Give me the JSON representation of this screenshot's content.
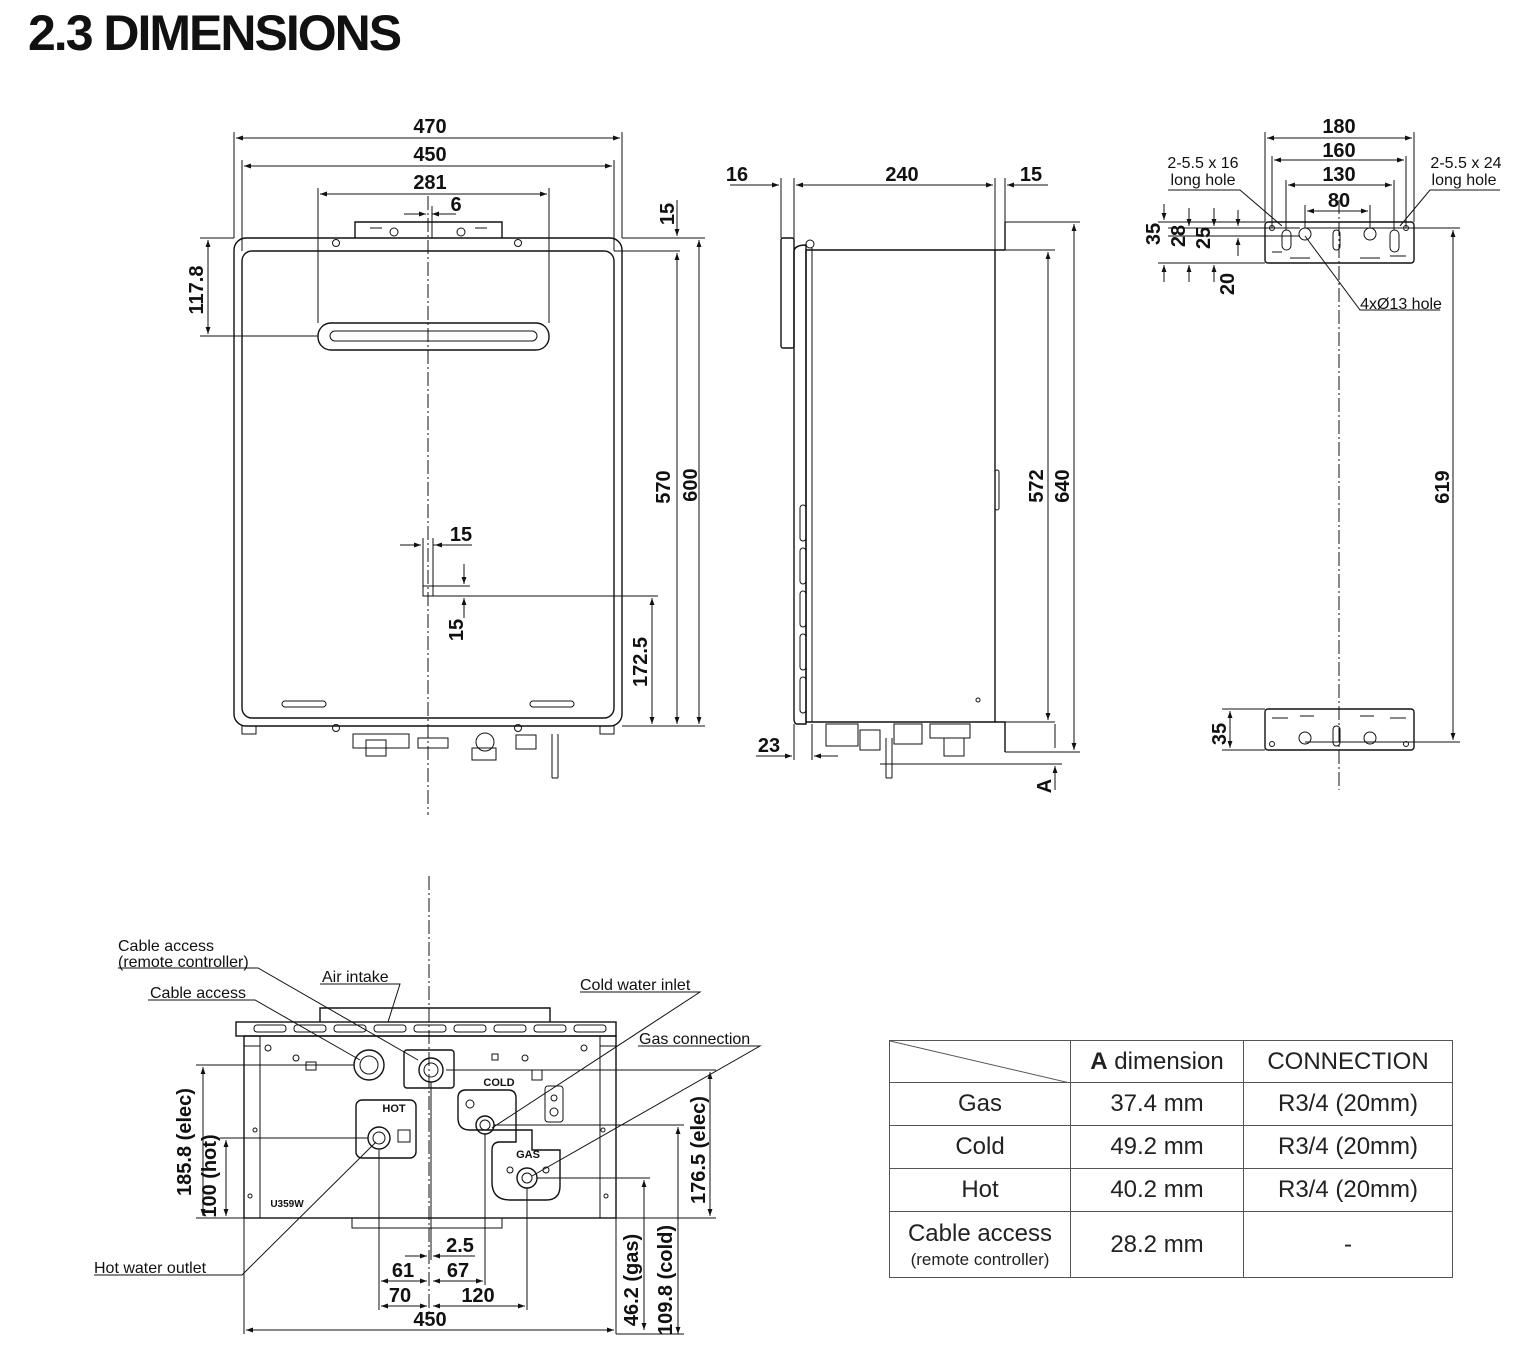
{
  "heading": "2.3 DIMENSIONS",
  "front_view": {
    "dims": {
      "d470": "470",
      "d450": "450",
      "d281": "281",
      "d6": "6",
      "d15_top": "15",
      "d117_8": "117.8",
      "d570": "570",
      "d600": "600",
      "d15_h": "15",
      "d15_v": "15",
      "d172_5": "172.5"
    }
  },
  "side_view": {
    "dims": {
      "d16": "16",
      "d240": "240",
      "d15": "15",
      "d572": "572",
      "d640": "640",
      "d23": "23",
      "dA": "A"
    }
  },
  "bracket_view": {
    "dims": {
      "d180": "180",
      "d160": "160",
      "d130": "130",
      "d80": "80",
      "d35_top": "35",
      "d28": "28",
      "d25": "25",
      "d20": "20",
      "d619": "619",
      "d35_bottom": "35"
    },
    "labels": {
      "long_hole_16_a": "2-5.5 x 16",
      "long_hole_16_b": "long hole",
      "long_hole_24_a": "2-5.5 x 24",
      "long_hole_24_b": "long hole",
      "holes": "4xØ13 hole"
    }
  },
  "bottom_view": {
    "labels": {
      "cable_rc_a": "Cable access",
      "cable_rc_b": "(remote controller)",
      "air_intake": "Air intake",
      "cable_access": "Cable access",
      "cold_water_inlet": "Cold water inlet",
      "gas_connection": "Gas connection",
      "hot_water_outlet": "Hot water outlet",
      "hot_mark": "HOT",
      "cold_mark": "COLD",
      "gas_mark": "GAS",
      "model_mark": "U359W"
    },
    "dims": {
      "d185_8": "185.8 (elec)",
      "d100": "100 (hot)",
      "d176_5": "176.5 (elec)",
      "d2_5": "2.5",
      "d61": "61",
      "d67": "67",
      "d70": "70",
      "d120": "120",
      "d450": "450",
      "d46_2": "46.2 (gas)",
      "d109_8": "109.8 (cold)"
    }
  },
  "table": {
    "headers": {
      "a_bold": "A",
      "a_rest": " dimension",
      "connection": "CONNECTION"
    },
    "rows": [
      {
        "name": "Gas",
        "a": "37.4 mm",
        "conn": "R3/4 (20mm)"
      },
      {
        "name": "Cold",
        "a": "49.2 mm",
        "conn": "R3/4 (20mm)"
      },
      {
        "name": "Hot",
        "a": "40.2 mm",
        "conn": "R3/4 (20mm)"
      }
    ],
    "last_row": {
      "name": "Cable access",
      "sub": "(remote controller)",
      "a": "28.2 mm",
      "conn": "-"
    }
  }
}
